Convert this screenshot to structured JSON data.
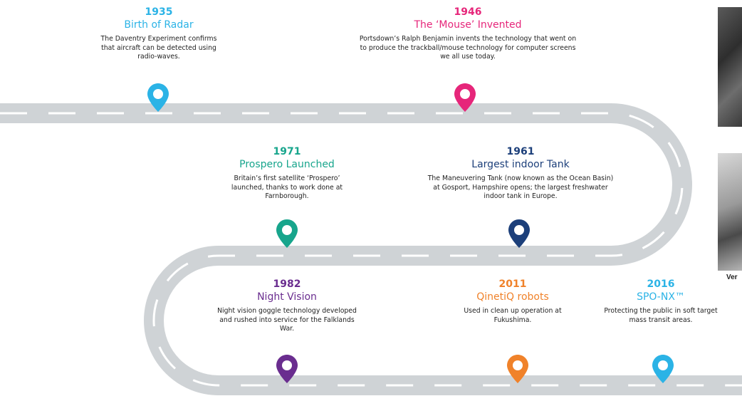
{
  "events": [
    {
      "key": "radar",
      "year": "1935",
      "title": "Birth of Radar",
      "description": "The Daventry Experiment confirms that aircraft can be detected using radio-waves.",
      "color": "#2bb3e6"
    },
    {
      "key": "mouse",
      "year": "1946",
      "title": "The ‘Mouse’ Invented",
      "description": "Portsdown’s Ralph Benjamin invents the technology that went on to produce the trackball/mouse technology for computer screens we all use today.",
      "color": "#e6267a"
    },
    {
      "key": "prospero",
      "year": "1971",
      "title": "Prospero Launched",
      "description": "Britain’s first satellite ‘Prospero’ launched, thanks to work done at Farnborough.",
      "color": "#17a58c"
    },
    {
      "key": "tank",
      "year": "1961",
      "title": "Largest indoor Tank",
      "description": "The Maneuvering Tank (now known as the Ocean Basin) at Gosport, Hampshire opens; the largest freshwater indoor tank in Europe.",
      "color": "#1c3f7a"
    },
    {
      "key": "night",
      "year": "1982",
      "title": "Night Vision",
      "description": "Night vision goggle technology developed and rushed into service for the Falklands War.",
      "color": "#6a2d8f"
    },
    {
      "key": "robots",
      "year": "2011",
      "title": "QinetiQ robots",
      "description": "Used in clean up operation at Fukushima.",
      "color": "#f0822a"
    },
    {
      "key": "spo",
      "year": "2016",
      "title": "SPO-NX™",
      "description": "Protecting the public in soft target mass transit areas.",
      "color": "#2bb3e6"
    }
  ],
  "photo_caption": "Ver",
  "road": {
    "color": "#cfd3d6",
    "dash_color": "#ffffff"
  }
}
